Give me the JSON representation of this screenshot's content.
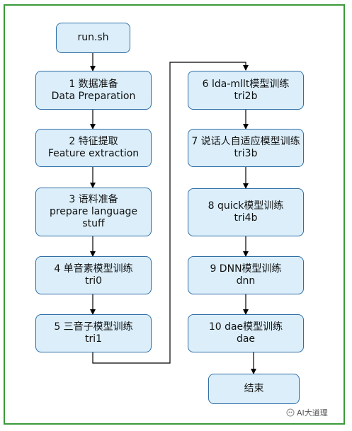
{
  "boxes": {
    "start": {
      "line1": "run.sh"
    },
    "step1": {
      "line1": "1 数据准备",
      "line2": "Data Preparation"
    },
    "step2": {
      "line1": "2 特征提取",
      "line2": "Feature extraction"
    },
    "step3": {
      "line1": "3 语料准备",
      "line2": "prepare language",
      "line3": "stuff"
    },
    "step4": {
      "line1": "4 单音素模型训练",
      "line2": "tri0"
    },
    "step5": {
      "line1": "5 三音子模型训练",
      "line2": "tri1"
    },
    "step6": {
      "line1": "6 lda-mllt模型训练",
      "line2": "tri2b"
    },
    "step7": {
      "line1": "7 说话人自适应模型训练",
      "line2": "tri3b"
    },
    "step8": {
      "line1": "8 quick模型训练",
      "line2": "tri4b"
    },
    "step9": {
      "line1": "9 DNN模型训练",
      "line2": "dnn"
    },
    "step10": {
      "line1": "10 dae模型训练",
      "line2": "dae"
    },
    "end": {
      "line1": "结束"
    }
  },
  "watermark": {
    "text": "AI大道理"
  },
  "colors": {
    "box_fill": "#dbeefa",
    "box_border": "#2e6da4",
    "frame": "#3a9a3a",
    "connector": "#000000"
  }
}
